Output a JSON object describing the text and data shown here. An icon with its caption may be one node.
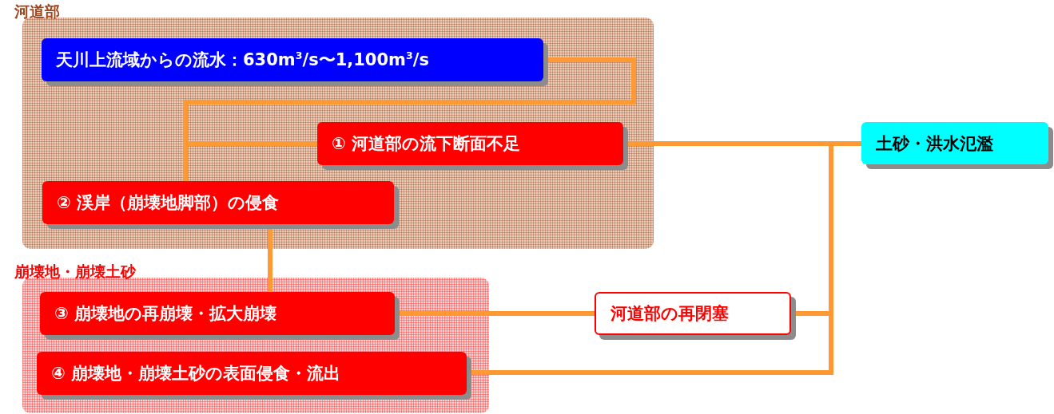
{
  "diagram": {
    "nodes": [
      {
        "text": [
          "河道部"
        ]
      },
      {
        "text": [
          "天川上流域からの流水：630m$^{3}$/s〜1,100m$^{3}$/s"
        ],
        "in": 0
      },
      {
        "text": [
          "①  河道部の流下断面不足"
        ],
        "in": 0
      },
      {
        "text": [
          "②  渓岸（崩壊地脚部）の侵食"
        ],
        "in": 0
      },
      {
        "text": [
          "崩壊地・崩壊土砂"
        ]
      },
      {
        "text": [
          "③  崩壊地の再崩壊・拡大崩壊"
        ],
        "in": 4
      },
      {
        "text": [
          "④  崩壊地・崩壊土砂の表面侵食・流出"
        ],
        "in": 4
      },
      {
        "text": [
          "河道部の再閉塞"
        ]
      },
      {
        "text": [
          "土砂・洪水氾濫"
        ]
      }
    ],
    "edges": [
      {
        "from": 1,
        "to": 2,
        "arrow": "none"
      },
      {
        "from": 1,
        "to": 3,
        "arrow": "none"
      },
      {
        "from": 3,
        "to": 5,
        "arrow": "none"
      },
      {
        "from": 2,
        "to": 8,
        "arrow": "none"
      },
      {
        "from": 5,
        "to": 7,
        "arrow": "none"
      },
      {
        "from": 7,
        "to": 8,
        "arrow": "none"
      },
      {
        "from": 6,
        "to": 8,
        "arrow": "none"
      }
    ]
  }
}
